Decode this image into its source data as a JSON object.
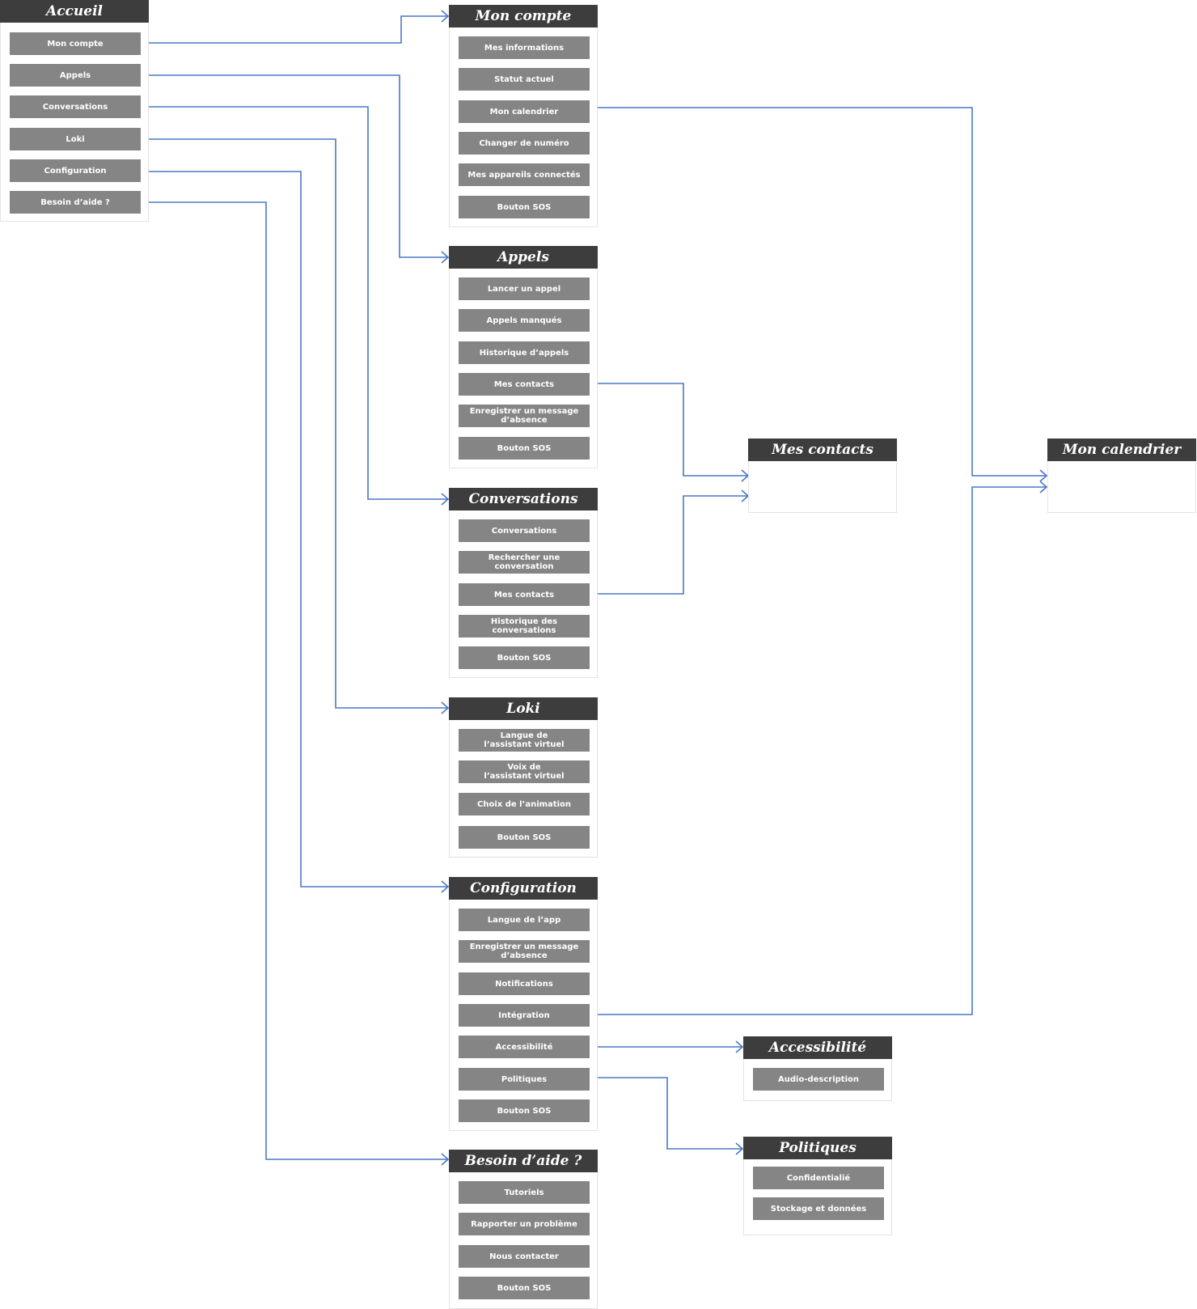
{
  "colors": {
    "title_bar": "#3d3d3d",
    "item": "#858585",
    "connector": "#4a78c6",
    "panel_border": "#e3e3e3"
  },
  "panels": {
    "accueil": {
      "title": "Accueil",
      "items": [
        "Mon compte",
        "Appels",
        "Conversations",
        "Loki",
        "Configuration",
        "Besoin d’aide ?"
      ]
    },
    "mon_compte": {
      "title": "Mon compte",
      "items": [
        "Mes informations",
        "Statut actuel",
        "Mon calendrier",
        "Changer de numéro",
        "Mes appareils connectés",
        "Bouton SOS"
      ]
    },
    "appels": {
      "title": "Appels",
      "items": [
        "Lancer un appel",
        "Appels manqués",
        "Historique d’appels",
        "Mes contacts",
        "Enregistrer un message\nd’absence",
        "Bouton SOS"
      ]
    },
    "conversations": {
      "title": "Conversations",
      "items": [
        "Conversations",
        "Rechercher une\nconversation",
        "Mes contacts",
        "Historique des\nconversations",
        "Bouton SOS"
      ]
    },
    "loki": {
      "title": "Loki",
      "items": [
        "Langue de\nl’assistant virtuel",
        "Voix de\nl’assistant virtuel",
        "Choix de l’animation",
        "Bouton SOS"
      ]
    },
    "configuration": {
      "title": "Configuration",
      "items": [
        "Langue de l’app",
        "Enregistrer un message\nd’absence",
        "Notifications",
        "Intégration",
        "Accessibilité",
        "Politiques",
        "Bouton SOS"
      ]
    },
    "besoin_aide": {
      "title": "Besoin d’aide ?",
      "items": [
        "Tutoriels",
        "Rapporter un problème",
        "Nous contacter",
        "Bouton SOS"
      ]
    },
    "mes_contacts": {
      "title": "Mes contacts",
      "items": []
    },
    "mon_calendrier": {
      "title": "Mon calendrier",
      "items": []
    },
    "accessibilite": {
      "title": "Accessibilité",
      "items": [
        "Audio-description"
      ]
    },
    "politiques": {
      "title": "Politiques",
      "items": [
        "Confidentialié",
        "Stockage et données"
      ]
    }
  }
}
